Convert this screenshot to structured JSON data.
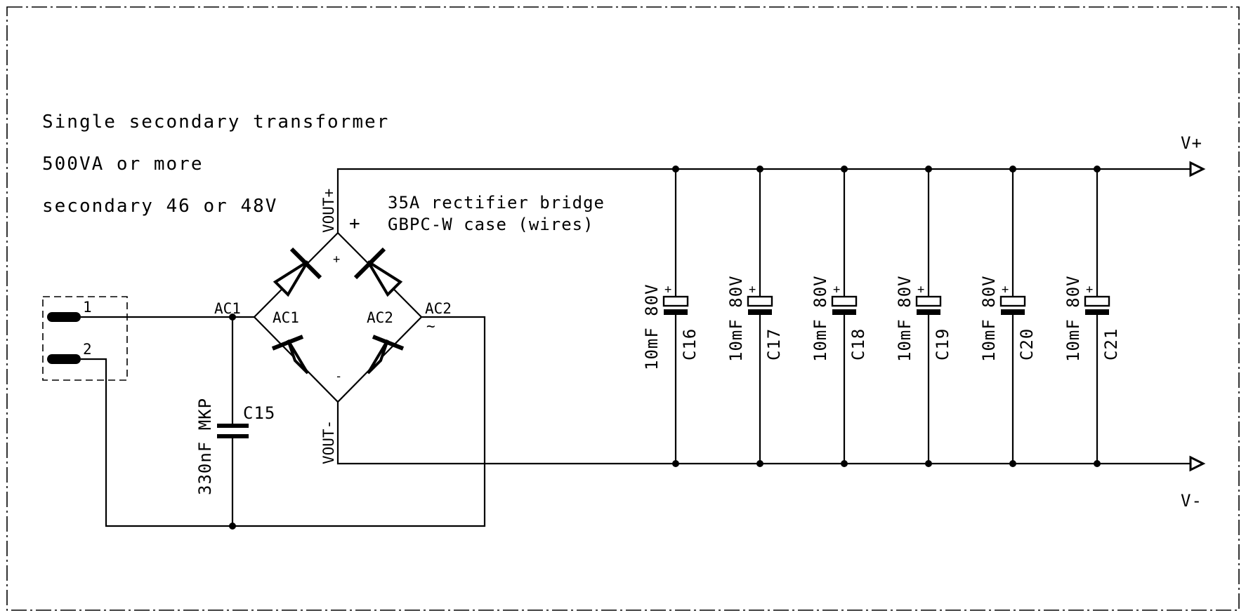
{
  "notes": {
    "line1": "Single secondary transformer",
    "line2": "500VA or more",
    "line3": "secondary 46 or 48V"
  },
  "bridge": {
    "description_line1": "35A rectifier bridge",
    "description_line2": "GBPC-W case (wires)",
    "pin_vout_pos": "VOUT+",
    "pin_vout_neg": "VOUT-",
    "pin_ac1": "AC1",
    "pin_ac2": "AC2",
    "pin_ac1_outer": "AC1",
    "pin_ac2_outer": "AC2",
    "plus_sign": "+",
    "inner_plus": "+",
    "inner_minus": "-",
    "ac_tilde": "~"
  },
  "connector": {
    "pin1": "1",
    "pin2": "2"
  },
  "input_capacitor": {
    "ref": "C15",
    "value": "330nF MKP"
  },
  "capacitors": [
    {
      "ref": "C16",
      "value": "10mF 80V",
      "polarity": "+"
    },
    {
      "ref": "C17",
      "value": "10mF 80V",
      "polarity": "+"
    },
    {
      "ref": "C18",
      "value": "10mF 80V",
      "polarity": "+"
    },
    {
      "ref": "C19",
      "value": "10mF 80V",
      "polarity": "+"
    },
    {
      "ref": "C20",
      "value": "10mF 80V",
      "polarity": "+"
    },
    {
      "ref": "C21",
      "value": "10mF 80V",
      "polarity": "+"
    }
  ],
  "outputs": {
    "positive": "V+",
    "negative": "V-"
  }
}
